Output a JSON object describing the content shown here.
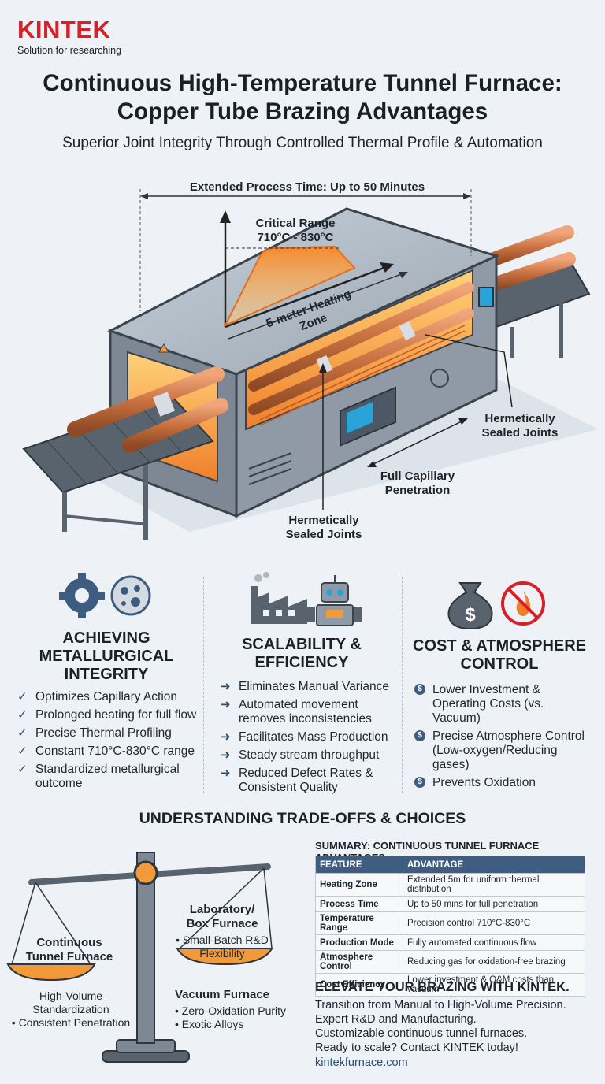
{
  "brand": {
    "name": "KINTEK",
    "tagline": "Solution for researching"
  },
  "title_line1": "Continuous High-Temperature Tunnel Furnace:",
  "title_line2": "Copper Tube Brazing Advantages",
  "subtitle": "Superior Joint Integrity Through Controlled Thermal Profile & Automation",
  "diagram": {
    "process_time": "Extended Process Time: Up to 50 Minutes",
    "critical_range_line1": "Critical Range",
    "critical_range_line2": "710°C - 830°C",
    "heating_zone": "5-meter Heating Zone",
    "sealed_right_line1": "Hermetically",
    "sealed_right_line2": "Sealed Joints",
    "capillary_line1": "Full Capillary",
    "capillary_line2": "Penetration",
    "sealed_bottom_line1": "Hermetically",
    "sealed_bottom_line2": "Sealed Joints"
  },
  "columns": [
    {
      "title": "ACHIEVING METALLURGICAL INTEGRITY",
      "icons": [
        "gear-icon",
        "microstructure-icon"
      ],
      "items": [
        "Optimizes Capillary Action",
        "Prolonged heating for full flow",
        "Precise Thermal Profiling",
        "Constant 710°C-830°C range",
        "Standardized metallurgical outcome"
      ]
    },
    {
      "title": "SCALABILITY & EFFICIENCY",
      "icons": [
        "factory-icon",
        "robot-icon"
      ],
      "items": [
        "Eliminates Manual Variance",
        "Automated movement removes inconsistencies",
        "Facilitates Mass Production",
        "Steady stream throughput",
        "Reduced Defect Rates & Consistent Quality"
      ]
    },
    {
      "title": "COST & ATMOSPHERE CONTROL",
      "icons": [
        "money-bag-icon",
        "no-fire-icon"
      ],
      "items": [
        "Lower Investment & Operating Costs (vs. Vacuum)",
        "Precise Atmosphere Control (Low-oxygen/Reducing gases)",
        "Prevents Oxidation"
      ]
    }
  ],
  "tradeoffs": {
    "heading": "UNDERSTANDING TRADE-OFFS & CHOICES",
    "left_title_line1": "Continuous",
    "left_title_line2": "Tunnel Furnace",
    "left_line1": "High-Volume",
    "left_line2": "Standardization",
    "left_line3": "• Consistent Penetration",
    "lab_title_line1": "Laboratory/",
    "lab_title_line2": "Box Furnace",
    "lab_line1": "• Small-Batch R&D",
    "lab_line2": "Flexibility",
    "vac_title": "Vacuum Furnace",
    "vac_line1": "• Zero-Oxidation Purity",
    "vac_line2": "• Exotic Alloys"
  },
  "summary": {
    "title": "SUMMARY: CONTINUOUS TUNNEL FURNACE ADVANTAGES",
    "headers": [
      "FEATURE",
      "ADVANTAGE"
    ],
    "rows": [
      [
        "Heating Zone",
        "Extended 5m for uniform thermal distribution"
      ],
      [
        "Process Time",
        "Up to 50 mins for full penetration"
      ],
      [
        "Temperature Range",
        "Precision control 710°C-830°C"
      ],
      [
        "Production Mode",
        "Fully automated continuous flow"
      ],
      [
        "Atmosphere Control",
        "Reducing gas for oxidation-free brazing"
      ],
      [
        "Cost Efficiency",
        "Lower investment & O&M costs than vacuum"
      ]
    ]
  },
  "cta": {
    "title": "ELEVATE YOUR BRAZING WITH KINTEK.",
    "lines": [
      "Transition from Manual to High-Volume Precision.",
      "Expert R&D and Manufacturing.",
      "Customizable continuous tunnel furnaces.",
      "Ready to scale? Contact KINTEK today!"
    ],
    "url": "kintekfurnace.com"
  },
  "colors": {
    "brand_red": "#d6202a",
    "furnace_steel": "#8f9aa6",
    "copper": "#c8703f",
    "glow": "#f7a24a",
    "accent_navy": "#3e5d80",
    "scale_orange": "#f29a3a"
  }
}
